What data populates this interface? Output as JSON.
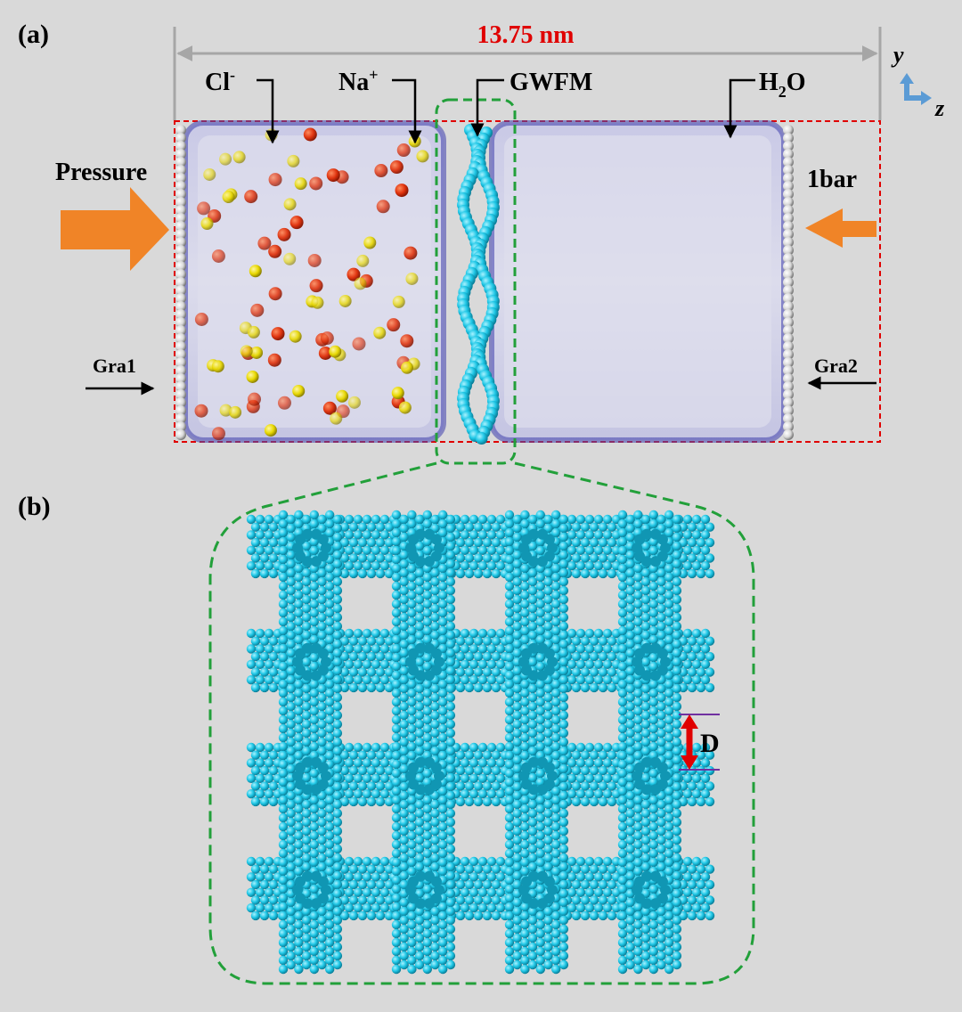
{
  "panel_a": {
    "label": "(a)",
    "width_text": "13.75 nm",
    "ion_cl": "Cl",
    "ion_cl_sup": "-",
    "ion_na": "Na",
    "ion_na_sup": "+",
    "membrane": "GWFM",
    "water_h": "H",
    "water_sub": "2",
    "water_o": "O",
    "pressure_left": "Pressure",
    "pressure_right": "1bar",
    "wall_left": "Gra1",
    "wall_right": "Gra2",
    "axis_y": "y",
    "axis_z": "z"
  },
  "panel_b": {
    "label": "(b)",
    "pore_label": "D",
    "grid_columns": 4,
    "grid_rows": 4
  },
  "colors": {
    "chloride": "#e0300a",
    "sodium": "#e8d800",
    "membrane_atoms": "#1fc7e6",
    "graphene": "#d8d8d8",
    "water": "#4444aa",
    "pressure_arrow": "#f08427",
    "dimension": "#e00000",
    "dashed_box": "#22a03a",
    "periodic_box": "#e00000",
    "axes": "#5b9bd5"
  }
}
